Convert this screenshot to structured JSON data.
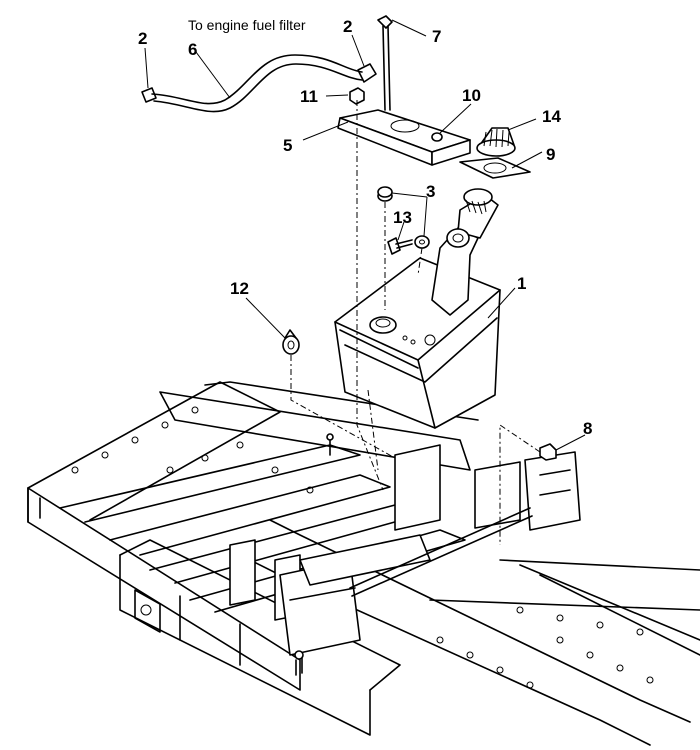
{
  "note": {
    "text": "To engine fuel filter"
  },
  "callouts": {
    "c1": "1",
    "c2a": "2",
    "c2b": "2",
    "c3": "3",
    "c5": "5",
    "c6": "6",
    "c7": "7",
    "c8": "8",
    "c9": "9",
    "c10": "10",
    "c11": "11",
    "c12": "12",
    "c13": "13",
    "c14": "14"
  }
}
